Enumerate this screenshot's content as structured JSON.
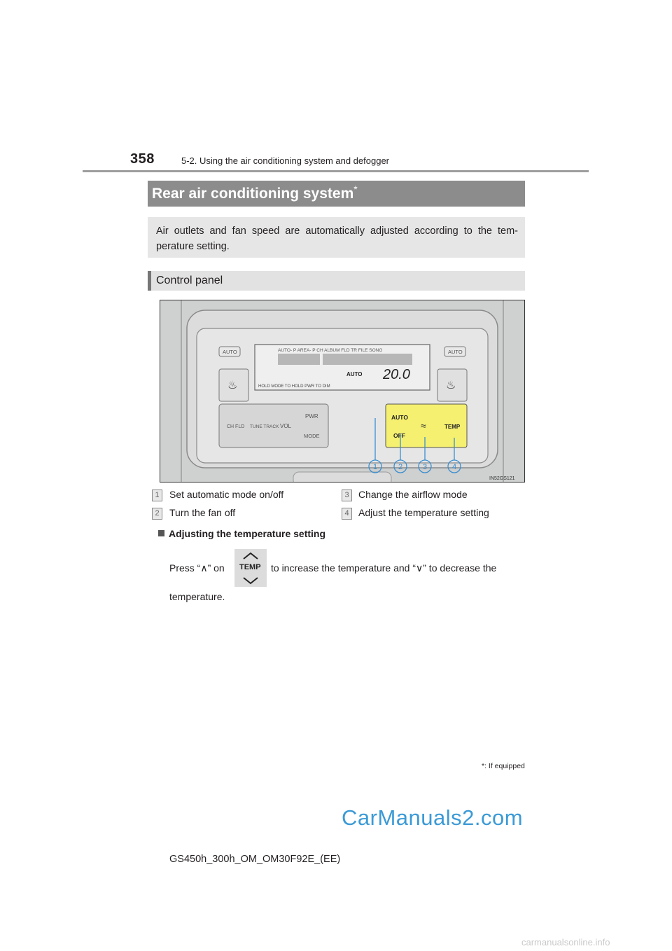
{
  "header": {
    "page_number": "358",
    "running_head": "5-2. Using the air conditioning system and defogger"
  },
  "section": {
    "title": "Rear air conditioning system",
    "title_mark": "*"
  },
  "intro": "Air outlets and fan speed are automatically adjusted according to the tem-perature setting.",
  "subheading": "Control panel",
  "figure": {
    "code": "IN52GS121",
    "display": {
      "top_text": "AUTO- P AREA- P  CH ALBUM FLD TR FILE SONG",
      "auto": "AUTO",
      "temp": "20.0",
      "bottom_text": "HOLD  MODE  TO          HOLD  PWR  TO  DIM"
    },
    "buttons": {
      "auto_left": "AUTO",
      "auto_right": "AUTO",
      "ch_fld": "CH\nFLD",
      "tune_track": "TUNE\nTRACK",
      "vol": "VOL",
      "pwr": "PWR",
      "mode": "MODE",
      "auto": "AUTO",
      "off": "OFF",
      "temp": "TEMP"
    },
    "callouts": [
      "1",
      "2",
      "3",
      "4"
    ]
  },
  "items": [
    {
      "num": "1",
      "text": "Set automatic mode on/off"
    },
    {
      "num": "2",
      "text": "Turn the fan off"
    },
    {
      "num": "3",
      "text": "Change the airflow mode"
    },
    {
      "num": "4",
      "text": "Adjust the temperature setting"
    }
  ],
  "note": {
    "title": "Adjusting the temperature setting",
    "press_before": "Press “∧” on",
    "icon_label": "TEMP",
    "press_after": "to increase the temperature and “∨” to decrease the",
    "line2": "temperature."
  },
  "footnote": {
    "mark": "*",
    "text": ": If equipped"
  },
  "footer": "GS450h_300h_OM_OM30F92E_(EE)",
  "watermarks": {
    "site1": "CarManuals2.com",
    "site2": "carmanualsonline.info"
  }
}
